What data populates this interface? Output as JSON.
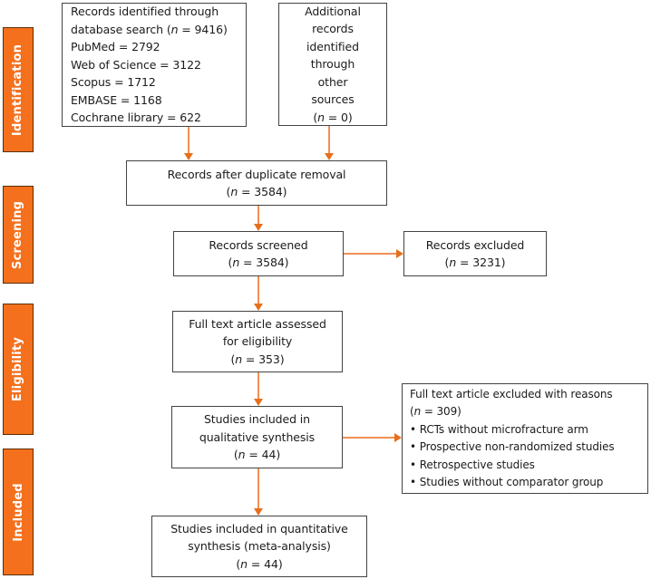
{
  "palette": {
    "orange": "#F4701D",
    "phase_border": "#5b2f05",
    "box_border": "#434343",
    "arrow_line": "#F09055",
    "arrow_head": "#E66F1C",
    "text": "#1b1b1b"
  },
  "sidebar": {
    "labels": [
      "Identification",
      "Screening",
      "Eligibility",
      "Included"
    ]
  },
  "boxes": {
    "identified": {
      "lines": [
        "Records identified through",
        "database search (n = 9416)",
        "PubMed = 2792",
        "Web of Science = 3122",
        "Scopus = 1712",
        "EMBASE = 1168",
        "Cochrane library = 622"
      ]
    },
    "additional": {
      "lines": [
        "Additional",
        "records",
        "identified",
        "through",
        "other",
        "sources",
        "(n = 0)"
      ]
    },
    "duplicate": {
      "lines": [
        "Records after duplicate removal",
        "(n = 3584)"
      ]
    },
    "screened": {
      "lines": [
        "Records screened",
        "(n = 3584)"
      ]
    },
    "excluded": {
      "lines": [
        "Records excluded",
        "(n = 3231)"
      ]
    },
    "fulltext": {
      "lines": [
        "Full text article assessed",
        "for eligibility",
        "(n = 353)"
      ]
    },
    "qualitative": {
      "lines": [
        "Studies included in",
        "qualitative synthesis",
        "(n = 44)"
      ]
    },
    "reasons": {
      "lines": [
        "Full text article excluded with reasons",
        "(n = 309)",
        "• RCTs without microfracture arm",
        "• Prospective non-randomized studies",
        "• Retrospective studies",
        "• Studies without comparator group"
      ]
    },
    "quantitative": {
      "lines": [
        "Studies included in quantitative",
        "synthesis (meta-analysis)",
        "(n = 44)"
      ]
    }
  }
}
